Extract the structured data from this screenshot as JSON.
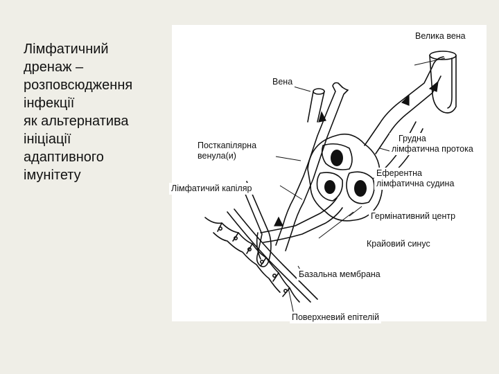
{
  "slide": {
    "title_lines": [
      "Лімфатичний",
      "дренаж –",
      "розповсюдження",
      "інфекції",
      "як альтернатива",
      "ініціації",
      "адаптивного",
      "імунітету"
    ]
  },
  "diagram": {
    "labels": {
      "great_vein": "Велика вена",
      "vein": "Вена",
      "postcapillary_venule_l1": "Посткапілярна",
      "postcapillary_venule_l2": "венула(и)",
      "lymph_capillary": "Лімфатичий капіляр",
      "thoracic_duct_l1": "Грудна",
      "thoracic_duct_l2": "лімфатична протока",
      "efferent_vessel_l1": "Еферентна",
      "efferent_vessel_l2": "лімфатична судина",
      "germinal_center": "Гермінативний центр",
      "marginal_sinus": "Крайовий синус",
      "basement_membrane": "Базальна мембрана",
      "surface_epithelium": "Поверхневий епітелій"
    }
  }
}
